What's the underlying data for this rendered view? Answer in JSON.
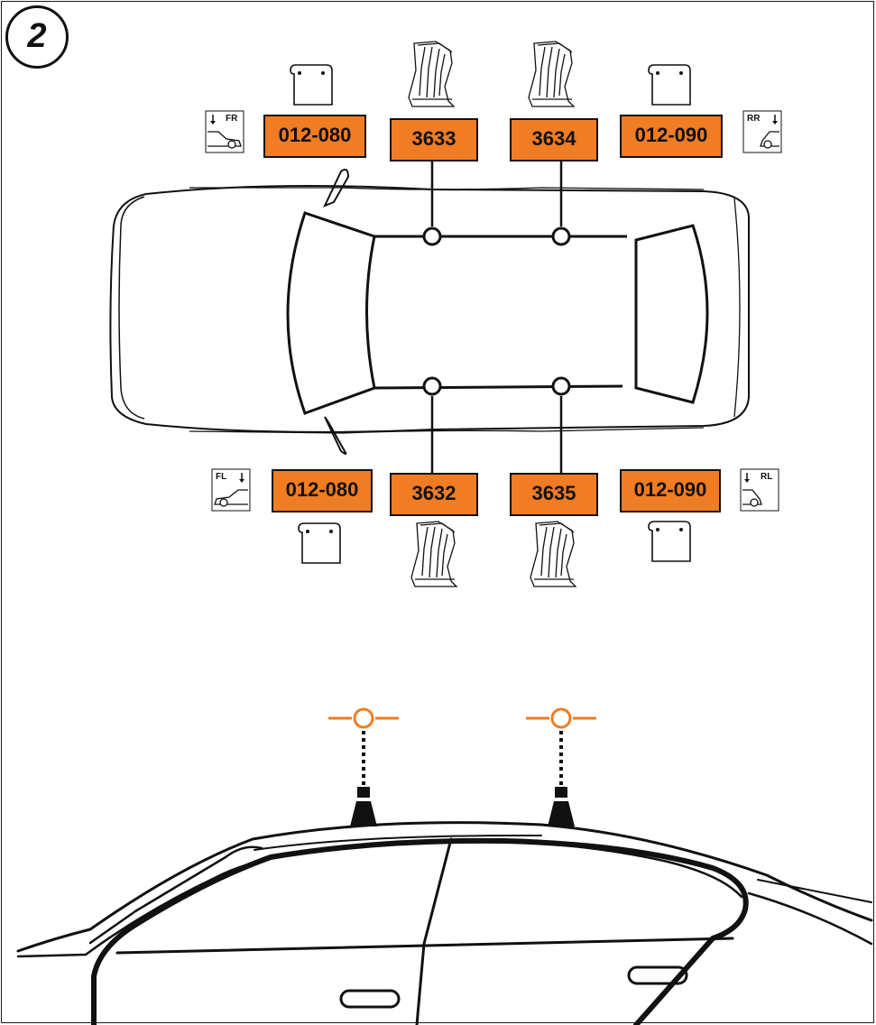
{
  "step": {
    "number": "2"
  },
  "labels": {
    "front_right_pad": "012-080",
    "front_right_foot": "3633",
    "rear_right_foot": "3634",
    "rear_right_pad": "012-090",
    "front_left_pad": "012-080",
    "front_left_foot": "3632",
    "rear_left_foot": "3635",
    "rear_left_pad": "012-090"
  },
  "positions": {
    "front_right": "FR",
    "rear_right": "RR",
    "front_left": "FL",
    "rear_left": "RL"
  },
  "colors": {
    "label_fill": "#f07c23",
    "mount_marker": "#f07c23",
    "outline": "#111111"
  },
  "icons": [
    "pad-icon",
    "foot-icon",
    "car-side-icon",
    "down-arrow-icon",
    "mount-point-icon"
  ]
}
